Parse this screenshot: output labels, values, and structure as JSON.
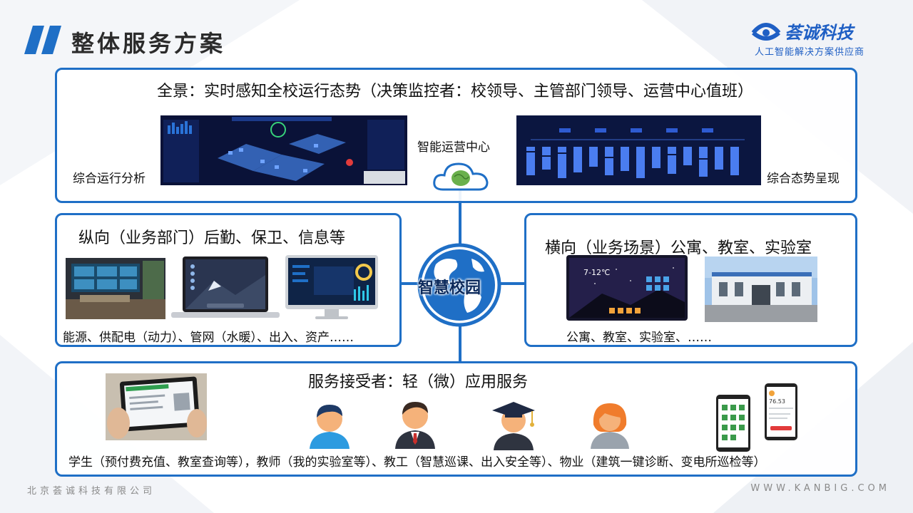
{
  "page": {
    "title": "整体服务方案",
    "logo_name": "荟诚科技",
    "logo_slogan": "人工智能解决方案供应商",
    "footer_left": "北京荟诚科技有限公司",
    "footer_right": "WWW.KANBIG.COM"
  },
  "top": {
    "heading": "全景：实时感知全校运行态势（决策监控者：校领导、主管部门领导、运营中心值班）",
    "left_label": "综合运行分析",
    "center_label": "智能运营中心",
    "right_label": "综合态势呈现"
  },
  "center": {
    "label": "智慧校园"
  },
  "left": {
    "heading": "纵向（业务部门）后勤、保卫、信息等",
    "caption": "能源、供配电（动力）、管网（水暖）、出入、资产……"
  },
  "right": {
    "heading": "横向（业务场景）公寓、教室、实验室",
    "caption": "公寓、教室、实验室、……",
    "tablet_clock": "7-12℃"
  },
  "bottom": {
    "heading": "服务接受者：轻（微）应用服务",
    "caption": "学生（预付费充值、教室查询等），教师（我的实验室等）、教工（智慧巡课、出入安全等）、物业（建筑一键诊断、变电所巡检等）",
    "phone_value": "76.53"
  },
  "colors": {
    "accent": "#1f6fc6",
    "brand": "#1f5fc4",
    "screen_bg": "#0b1640"
  }
}
